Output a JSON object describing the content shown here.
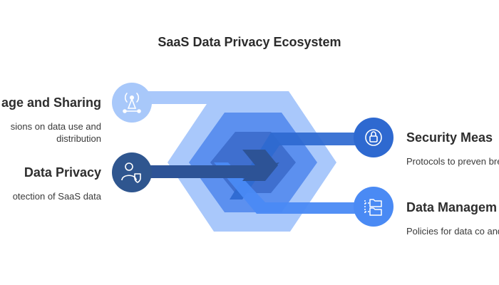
{
  "title": "SaaS Data Privacy Ecosystem",
  "left_items": [
    {
      "heading": "Data Usage and Sharing",
      "visible_heading": "age and Sharing",
      "description_lines": [
        "sions on data use and",
        "distribution"
      ],
      "icon": "antenna-share-icon"
    },
    {
      "heading": "Data Privacy",
      "visible_heading": "Data Privacy",
      "description_lines": [
        "otection of SaaS data"
      ],
      "icon": "user-shield-icon"
    }
  ],
  "right_items": [
    {
      "visible_heading": "Security Meas",
      "description_lines": [
        "Protocols to preven",
        "breaches"
      ],
      "icon": "lock-icon"
    },
    {
      "visible_heading": "Data Managem",
      "description_lines": [
        "Policies for data co",
        "and storage"
      ],
      "icon": "folder-tree-icon"
    }
  ],
  "colors": {
    "outer_hex": "#a9c8fb",
    "mid_hex": "#5c90ef",
    "inner_hex": "#3f6fcf",
    "core_hex": "#2d5396",
    "connector_light": "#8fb3f0",
    "usage_circle": "#a8c8fa",
    "privacy_circle": "#2f568f",
    "security_circle": "#2e69d0",
    "management_circle": "#4a8af4"
  }
}
